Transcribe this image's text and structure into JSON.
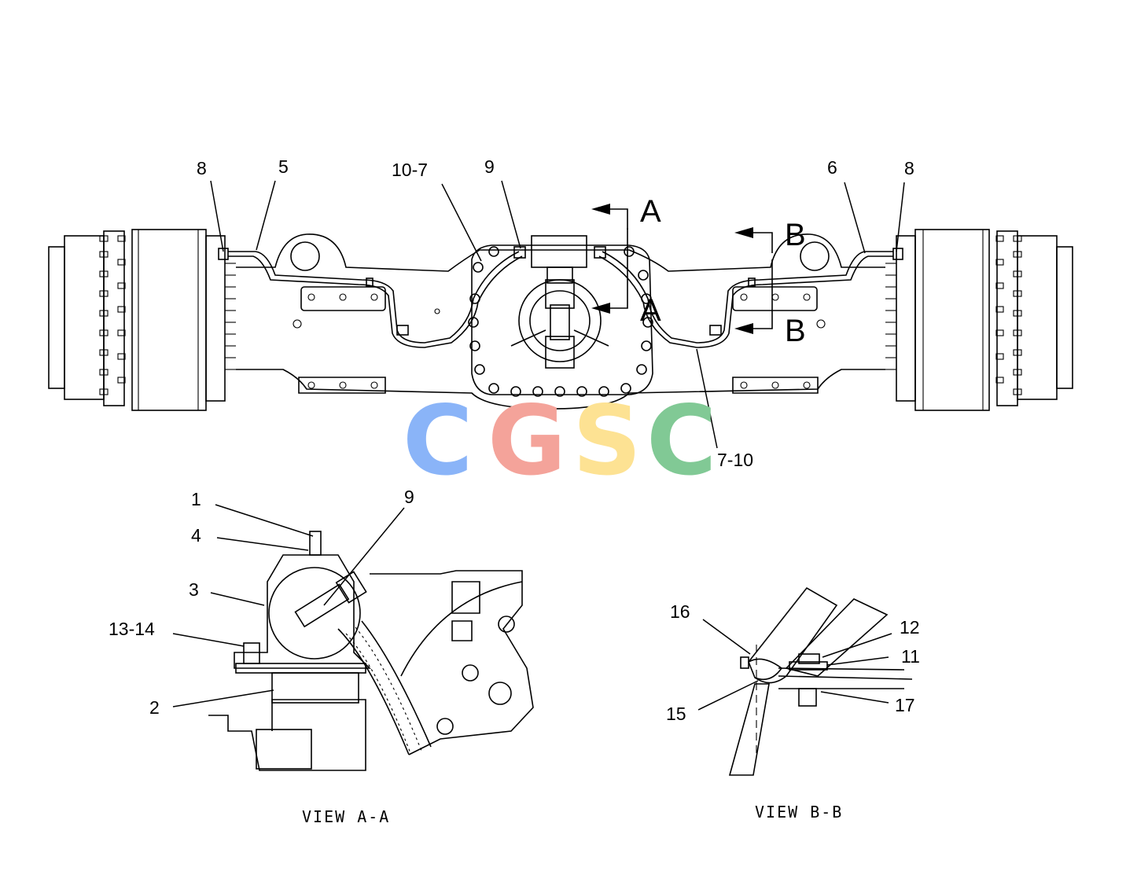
{
  "watermark": {
    "letters": [
      {
        "char": "C",
        "color": "#8ab4f8"
      },
      {
        "char": "G",
        "color": "#f4a39a"
      },
      {
        "char": "S",
        "color": "#fde293"
      },
      {
        "char": "C",
        "color": "#81c995"
      }
    ]
  },
  "main_view": {
    "callouts": [
      "8",
      "5",
      "10-7",
      "9",
      "6",
      "8",
      "7-10"
    ],
    "section_markers": [
      "A",
      "A",
      "B",
      "B"
    ]
  },
  "view_aa": {
    "title": "VIEW  A-A",
    "callouts": [
      "1",
      "4",
      "3",
      "13-14",
      "2",
      "9"
    ]
  },
  "view_bb": {
    "title": "VIEW  B-B",
    "callouts": [
      "16",
      "12",
      "11",
      "15",
      "17"
    ]
  }
}
